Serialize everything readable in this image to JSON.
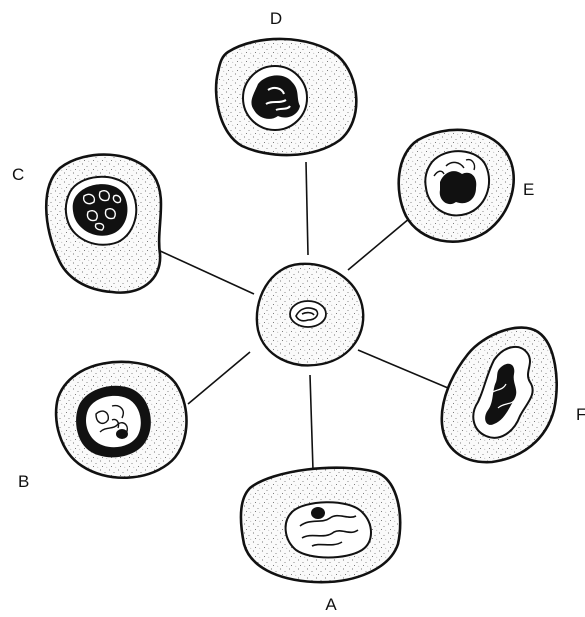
{
  "colors": {
    "ink": "#111111",
    "paper": "#ffffff",
    "stipple": "#4a4a4a",
    "cytoplasm": "#f6f6f6"
  },
  "labels": {
    "A": "A",
    "B": "B",
    "C": "C",
    "D": "D",
    "E": "E",
    "F": "F"
  }
}
